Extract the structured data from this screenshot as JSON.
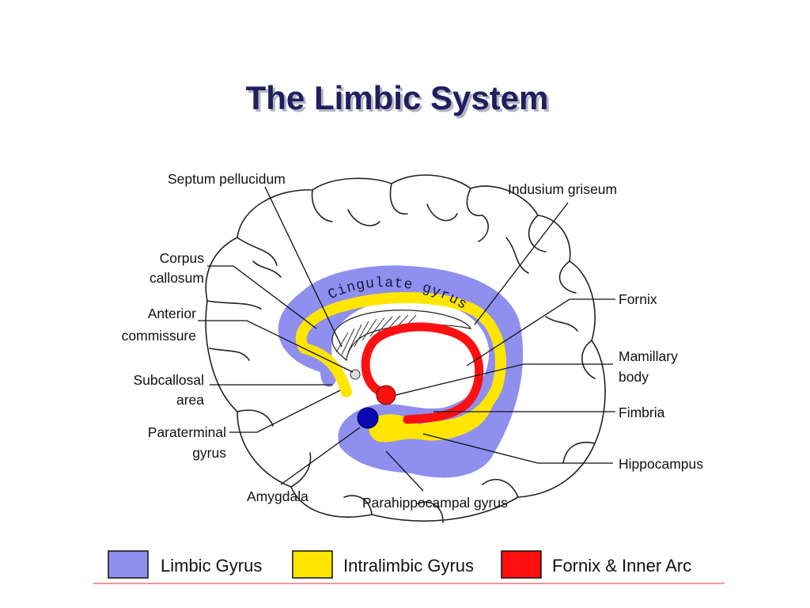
{
  "title": "The Limbic System",
  "labels": {
    "septum_pellucidum": "Septum pellucidum",
    "indusium_griseum": "Indusium griseum",
    "corpus_callosum_1": "Corpus",
    "corpus_callosum_2": "callosum",
    "fornix": "Fornix",
    "anterior_commissure_1": "Anterior",
    "anterior_commissure_2": "commissure",
    "mamillary_body_1": "Mamillary",
    "mamillary_body_2": "body",
    "subcallosal_area_1": "Subcallosal",
    "subcallosal_area_2": "area",
    "fimbria": "Fimbria",
    "paraterminal_gyrus_1": "Paraterminal",
    "paraterminal_gyrus_2": "gyrus",
    "hippocampus": "Hippocampus",
    "amygdala": "Amygdala",
    "parahippocampal_gyrus": "Parahippocampal gyrus",
    "cingulate_gyrus": "Cingulate gyrus"
  },
  "legend": [
    {
      "label": "Limbic Gyrus",
      "color": "#8f8ff0"
    },
    {
      "label": "Intralimbic Gyrus",
      "color": "#ffe600"
    },
    {
      "label": "Fornix & Inner Arc",
      "color": "#ff1010"
    }
  ],
  "colors": {
    "limbic_gyrus": "#8f8ff0",
    "intralimbic_gyrus": "#ffe600",
    "fornix": "#ff1010",
    "amygdala": "#0a0ab0",
    "title": "#1f1f5f",
    "footer_rule": "#e03030"
  }
}
